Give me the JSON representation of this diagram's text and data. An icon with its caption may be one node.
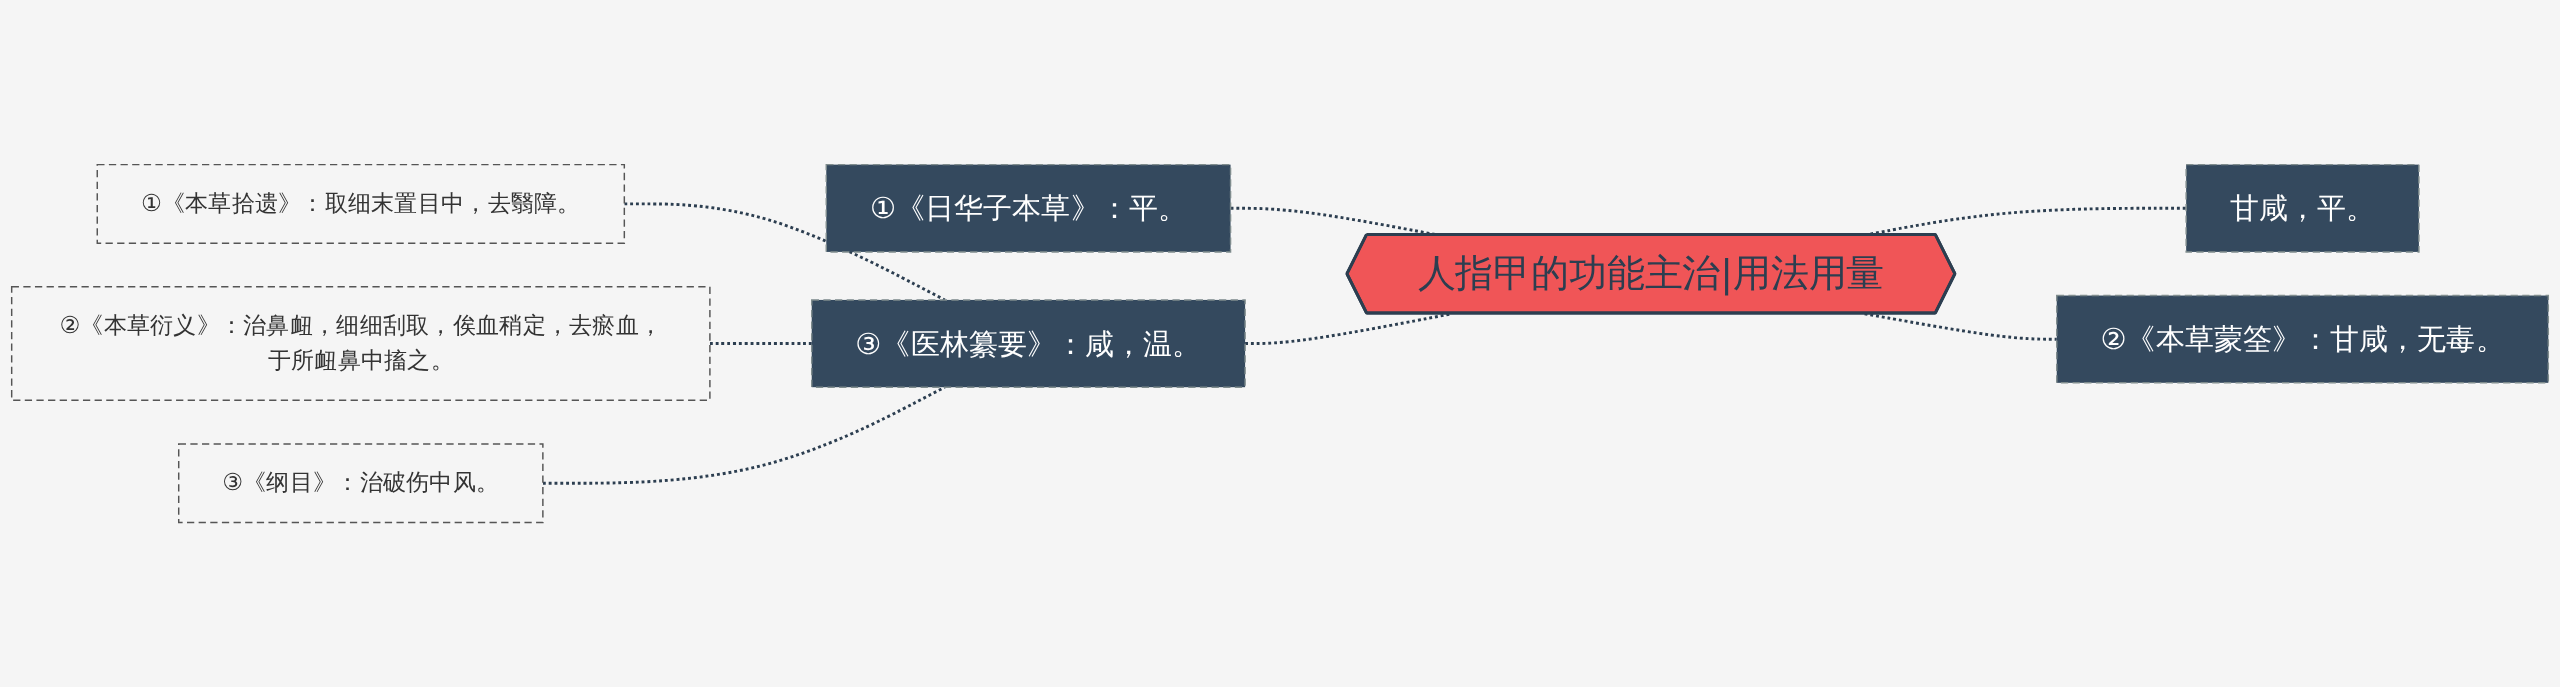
{
  "diagram": {
    "nodes": [
      {
        "text": [
          "人指甲的功能主治|用法用量"
        ]
      },
      {
        "text": [
          "①《日华子本草》：平。"
        ]
      },
      {
        "text": [
          "③《医林纂要》：咸，温。"
        ]
      },
      {
        "text": [
          "①《本草拾遗》：取细末置目中，去翳障。"
        ]
      },
      {
        "text": [
          "②《本草衍义》：治鼻衄，细细刮取，俟血稍定，去瘀血，于所衄鼻中搐之。"
        ]
      },
      {
        "text": [
          "③《纲目》：治破伤中风。"
        ]
      },
      {
        "text": [
          "甘咸，平。"
        ]
      },
      {
        "text": [
          "②《本草蒙筌》：甘咸，无毒。"
        ]
      }
    ],
    "edges": [
      {
        "from": 0,
        "to": 1,
        "arrow": "none",
        "style": "dashed"
      },
      {
        "from": 0,
        "to": 2,
        "arrow": "none",
        "style": "dashed"
      },
      {
        "from": 2,
        "to": 3,
        "arrow": "none",
        "style": "dashed"
      },
      {
        "from": 2,
        "to": 4,
        "arrow": "none",
        "style": "dashed"
      },
      {
        "from": 2,
        "to": 5,
        "arrow": "none",
        "style": "dashed"
      },
      {
        "from": 0,
        "to": 6,
        "arrow": "none",
        "style": "dashed"
      },
      {
        "from": 0,
        "to": 7,
        "arrow": "none",
        "style": "dashed"
      }
    ]
  }
}
